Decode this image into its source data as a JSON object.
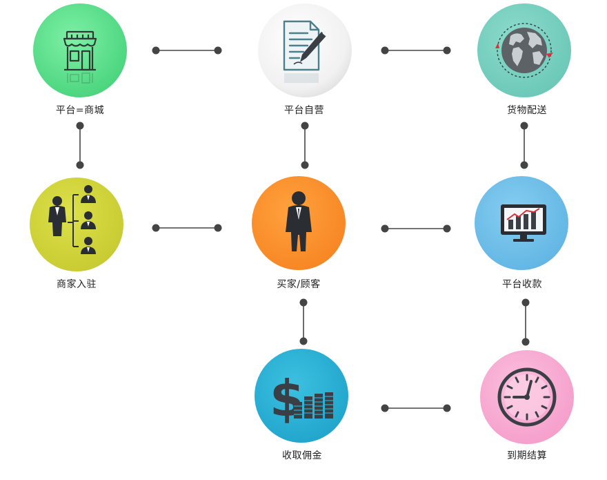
{
  "nodes": {
    "shop": {
      "label": "平台=商城",
      "color": "#5ee08c"
    },
    "self_operated": {
      "label": "平台自营",
      "color": "#f2f2f2"
    },
    "shipping": {
      "label": "货物配送",
      "color": "#7dd2c3"
    },
    "merchant": {
      "label": "商家入驻",
      "color": "#d2d53c"
    },
    "buyer": {
      "label": "买家/顾客",
      "color": "#fb9430"
    },
    "payment": {
      "label": "平台收款",
      "color": "#72c1ea"
    },
    "commission": {
      "label": "收取佣金",
      "color": "#29b2d6"
    },
    "settlement": {
      "label": "到期结算",
      "color": "#f8aed5"
    }
  },
  "icons": {
    "shop": "storefront-icon",
    "self_operated": "document-pen-icon",
    "shipping": "globe-icon",
    "merchant": "org-chart-icon",
    "buyer": "person-icon",
    "payment": "monitor-chart-icon",
    "commission": "dollar-coins-icon",
    "settlement": "clock-icon"
  },
  "style": {
    "connector_color": "#444444",
    "icon_dark": "#3a3f46"
  }
}
